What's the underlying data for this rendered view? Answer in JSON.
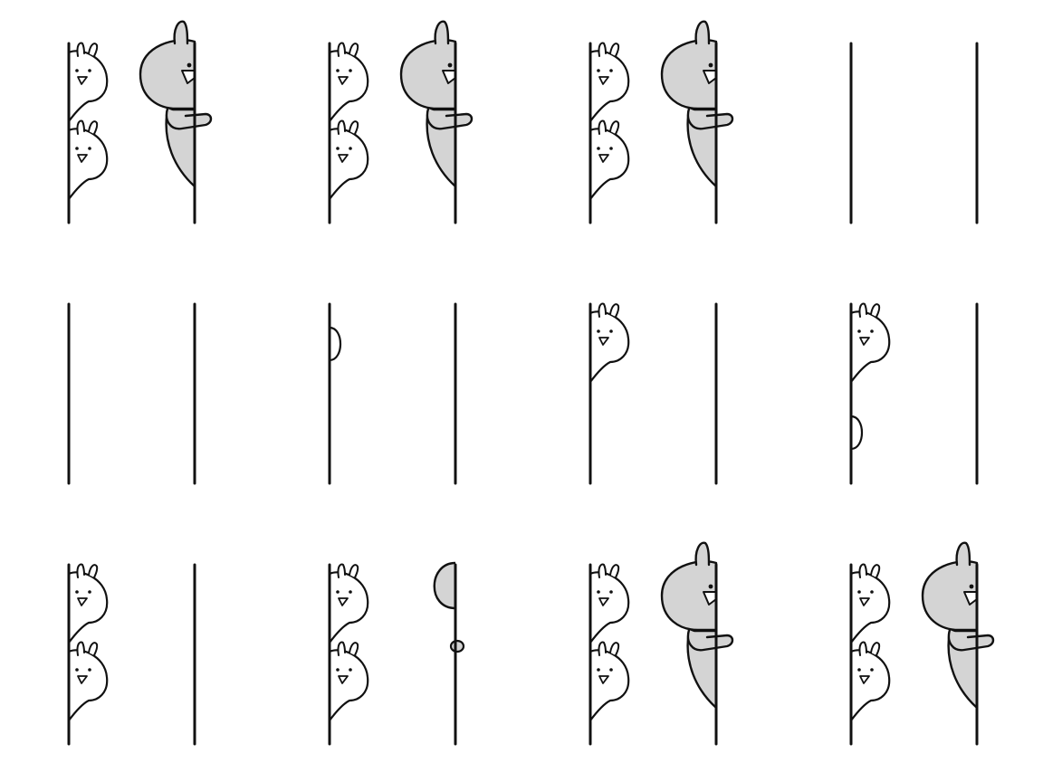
{
  "sheet": {
    "rows": 3,
    "columns": 4,
    "frames": [
      {
        "small_top": "full",
        "small_bottom": "full",
        "big": "full"
      },
      {
        "small_top": "full",
        "small_bottom": "full",
        "big": "full"
      },
      {
        "small_top": "full",
        "small_bottom": "full",
        "big": "full"
      },
      {
        "small_top": "none",
        "small_bottom": "none",
        "big": "none"
      },
      {
        "small_top": "none",
        "small_bottom": "none",
        "big": "none"
      },
      {
        "small_top": "bump",
        "small_bottom": "none",
        "big": "none"
      },
      {
        "small_top": "full",
        "small_bottom": "none",
        "big": "none"
      },
      {
        "small_top": "full",
        "small_bottom": "bump",
        "big": "none"
      },
      {
        "small_top": "full",
        "small_bottom": "full",
        "big": "none"
      },
      {
        "small_top": "full",
        "small_bottom": "full",
        "big": "peek"
      },
      {
        "small_top": "full",
        "small_bottom": "full",
        "big": "full"
      },
      {
        "small_top": "full",
        "small_bottom": "full",
        "big": "full"
      }
    ]
  },
  "colors": {
    "line": "#111111",
    "body_fill": "#ffffff",
    "big_fill": "#d4d4d4",
    "background": "#ffffff"
  }
}
